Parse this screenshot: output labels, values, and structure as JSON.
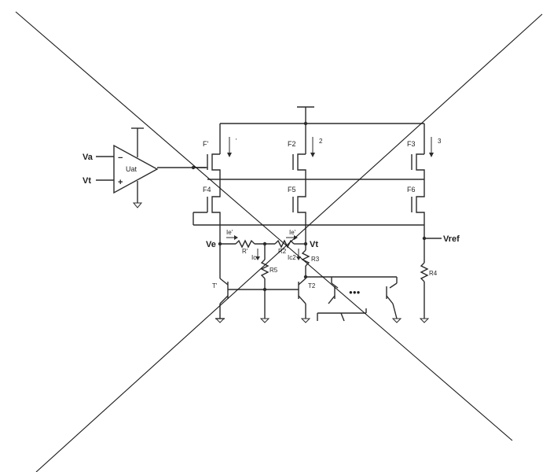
{
  "labels": {
    "input_a": "Va",
    "input_b": "Vt",
    "opamp": "Uat",
    "minus": "−",
    "plus": "+",
    "f1": "F'",
    "f2": "F2",
    "f3": "F3",
    "f4": "F4",
    "f5": "F5",
    "f6": "F6",
    "i1": "'",
    "i2": "2",
    "i3": "3",
    "ve": "Ve",
    "vt": "Vt",
    "ie": "Ie'",
    "ie2": "Ie'",
    "r1": "R'",
    "r2": "R2",
    "r3": "R3",
    "r4": "R4",
    "r5": "R5",
    "ic": "Ic",
    "ic2": "Ic2",
    "t1": "T'",
    "t2": "T2",
    "vref": "Vref",
    "ellipsis": "●●●"
  }
}
